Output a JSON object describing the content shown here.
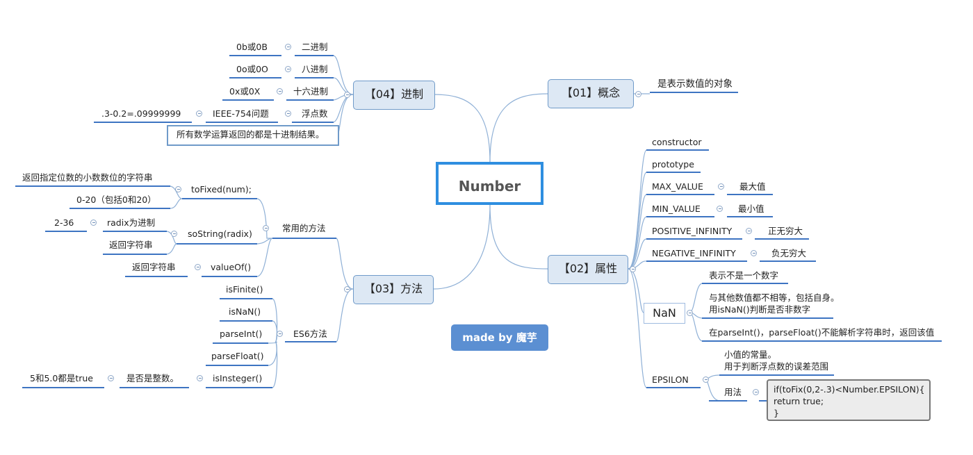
{
  "root": "Number",
  "credit": "made by 魔芋",
  "b01": {
    "title": "【01】概念",
    "desc": "是表示数值的对象"
  },
  "b02": {
    "title": "【02】属性",
    "constructor": "constructor",
    "prototype": "prototype",
    "max_value": "MAX_VALUE",
    "max_value_desc": "最大值",
    "min_value": "MIN_VALUE",
    "min_value_desc": "最小值",
    "pos_inf": "POSITIVE_INFINITY",
    "pos_inf_desc": "正无穷大",
    "neg_inf": "NEGATIVE_INFINITY",
    "neg_inf_desc": "负无穷大",
    "nan": "NaN",
    "nan_1": "表示不是一个数字",
    "nan_2a": "与其他数值都不相等，包括自身。",
    "nan_2b": "用isNaN()判断是否非数字",
    "nan_3": "在parseInt()，parseFloat()不能解析字符串时，返回该值",
    "epsilon": "EPSILON",
    "eps_1a": "小值的常量。",
    "eps_1b": "用于判断浮点数的误差范围",
    "eps_usage": "用法",
    "eps_code": [
      "if(toFix(0,2-.3)<Number.EPSILON){",
      "return true;",
      "}"
    ]
  },
  "b03": {
    "title": "【03】方法",
    "common": "常用的方法",
    "tofixed": "toFixed(num);",
    "tofixed_1": "返回指定位数的小数数位的字符串",
    "tofixed_2": "0-20（包括0和20）",
    "tostring": "soString(radix)",
    "radix": "radix为进制",
    "radix_range": "2-36",
    "tostring_ret": "返回字符串",
    "valueof": "valueOf()",
    "valueof_ret": "返回字符串",
    "es6": "ES6方法",
    "isfinite": "isFinite()",
    "isnan": "isNaN()",
    "parseint": "parseInt()",
    "parsefloat": "parseFloat()",
    "isinteger": "isInsteger()",
    "isinteger_desc": "是否是整数。",
    "isinteger_ex": "5和5.0都是true"
  },
  "b04": {
    "title": "【04】进制",
    "bin": "二进制",
    "bin_prefix": "0b或0B",
    "oct": "八进制",
    "oct_prefix": "0o或0O",
    "hex": "十六进制",
    "hex_prefix": "0x或0X",
    "float": "浮点数",
    "float_issue": "IEEE-754问题",
    "float_example": ".3-0.2=.09999999",
    "note": "所有数学运算返回的都是十进制结果。"
  }
}
